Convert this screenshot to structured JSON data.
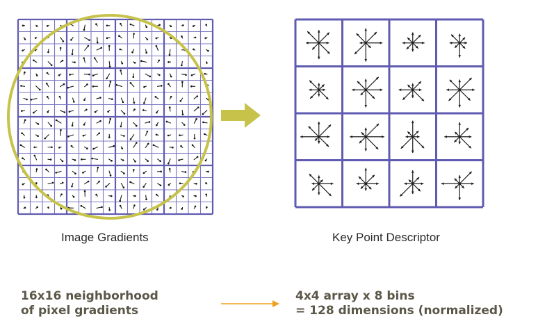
{
  "colors": {
    "grid": "#7b78c0",
    "grid_border": "#5f5bb0",
    "circle": "#c6c24a",
    "arrow": "#c6c24a",
    "vectors": "#1a1a1a",
    "note_text": "#5b5748",
    "note_arrow": "#f0a020"
  },
  "left_panel": {
    "caption": "Image Gradients",
    "grid_cells": 16,
    "block_size": 4,
    "overlay": "gaussian-window-circle"
  },
  "right_panel": {
    "caption": "Key Point Descriptor",
    "grid_cells": 4,
    "bins_per_cell": 8
  },
  "transition_arrow": "right-arrow-icon",
  "notes": {
    "left": [
      "16x16 neighborhood",
      "of pixel gradients"
    ],
    "right": [
      "4x4 array x 8 bins",
      "= 128 dimensions (normalized)"
    ]
  }
}
